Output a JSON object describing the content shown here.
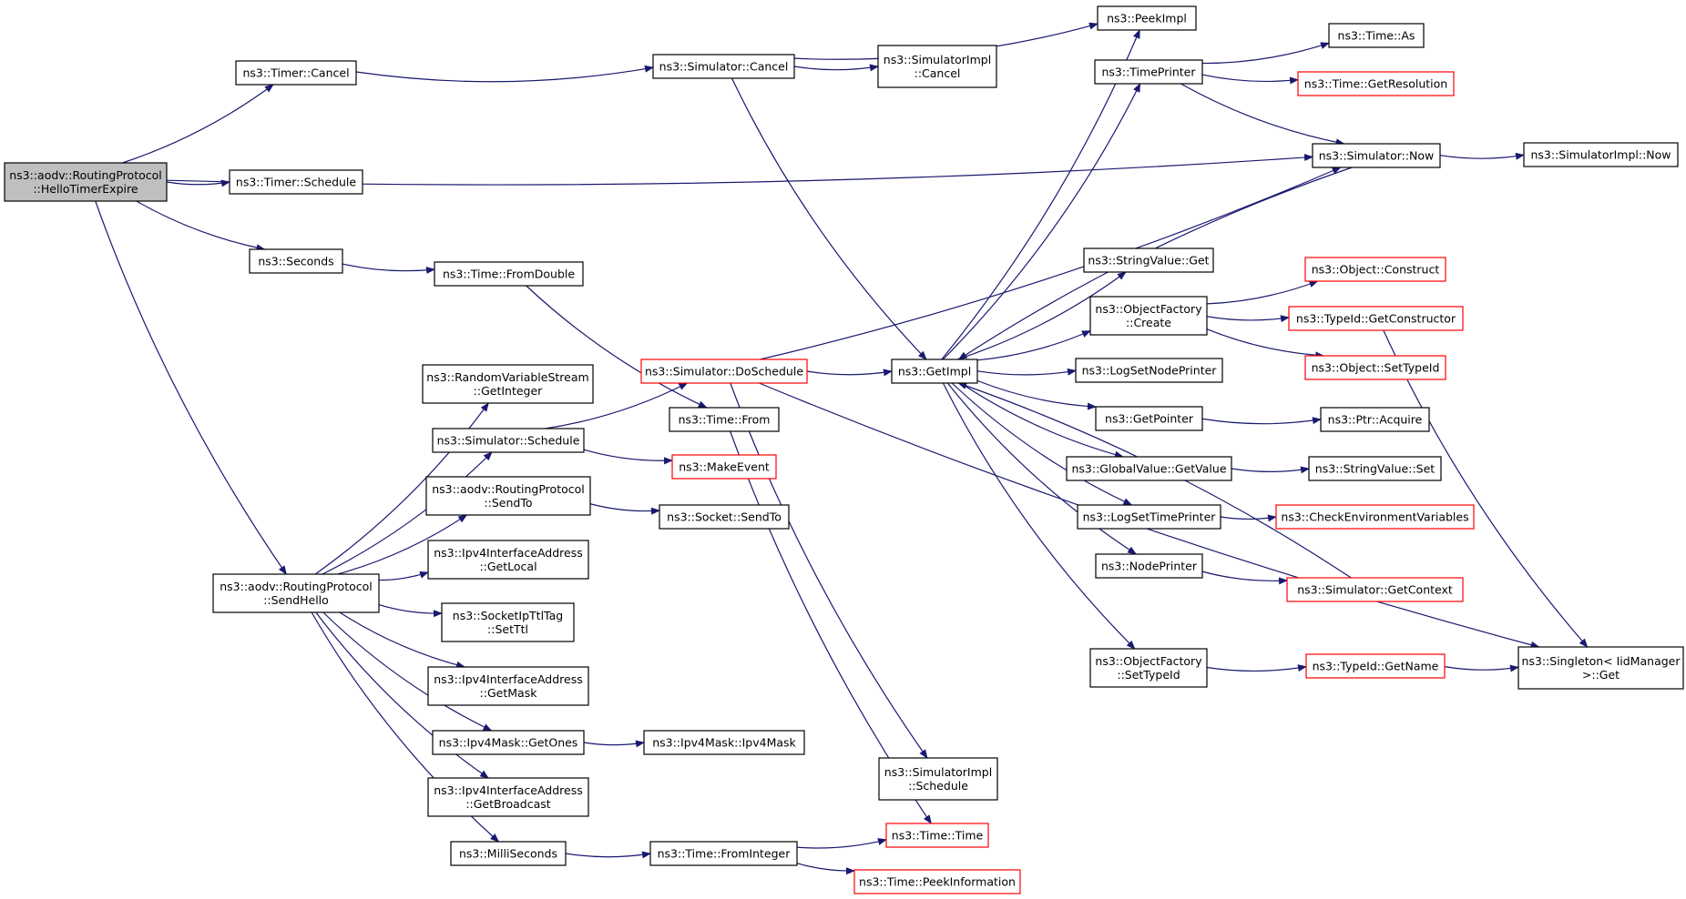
{
  "colors": {
    "edge": "#191970",
    "node_border": "#000000",
    "node_fill": "#ffffff",
    "root_fill": "#bfbfbf",
    "truncated_border": "#ff0000"
  },
  "nodes": [
    {
      "id": "root",
      "lines": [
        "ns3::aodv::RoutingProtocol",
        "::HelloTimerExpire"
      ],
      "root": true
    },
    {
      "id": "timer_cancel",
      "lines": [
        "ns3::Timer::Cancel"
      ]
    },
    {
      "id": "timer_schedule",
      "lines": [
        "ns3::Timer::Schedule"
      ]
    },
    {
      "id": "seconds",
      "lines": [
        "ns3::Seconds"
      ]
    },
    {
      "id": "time_fromdouble",
      "lines": [
        "ns3::Time::FromDouble"
      ]
    },
    {
      "id": "sendhello",
      "lines": [
        "ns3::aodv::RoutingProtocol",
        "::SendHello"
      ]
    },
    {
      "id": "rvs_getinteger",
      "lines": [
        "ns3::RandomVariableStream",
        "::GetInteger"
      ]
    },
    {
      "id": "sim_schedule",
      "lines": [
        "ns3::Simulator::Schedule"
      ]
    },
    {
      "id": "aodv_sendto",
      "lines": [
        "ns3::aodv::RoutingProtocol",
        "::SendTo"
      ]
    },
    {
      "id": "ipv4ia_getlocal",
      "lines": [
        "ns3::Ipv4InterfaceAddress",
        "::GetLocal"
      ]
    },
    {
      "id": "socketipttltag_setttl",
      "lines": [
        "ns3::SocketIpTtlTag",
        "::SetTtl"
      ]
    },
    {
      "id": "ipv4ia_getmask",
      "lines": [
        "ns3::Ipv4InterfaceAddress",
        "::GetMask"
      ]
    },
    {
      "id": "ipv4mask_getones",
      "lines": [
        "ns3::Ipv4Mask::GetOnes"
      ]
    },
    {
      "id": "ipv4ia_getbroadcast",
      "lines": [
        "ns3::Ipv4InterfaceAddress",
        "::GetBroadcast"
      ]
    },
    {
      "id": "milliseconds",
      "lines": [
        "ns3::MilliSeconds"
      ]
    },
    {
      "id": "sim_cancel",
      "lines": [
        "ns3::Simulator::Cancel"
      ]
    },
    {
      "id": "sim_doschedule",
      "lines": [
        "ns3::Simulator::DoSchedule"
      ],
      "truncated": true
    },
    {
      "id": "time_from",
      "lines": [
        "ns3::Time::From"
      ]
    },
    {
      "id": "makeevent",
      "lines": [
        "ns3::MakeEvent"
      ],
      "truncated": true
    },
    {
      "id": "socket_sendto",
      "lines": [
        "ns3::Socket::SendTo"
      ]
    },
    {
      "id": "ipv4mask_ipv4mask",
      "lines": [
        "ns3::Ipv4Mask::Ipv4Mask"
      ]
    },
    {
      "id": "time_frominteger",
      "lines": [
        "ns3::Time::FromInteger"
      ]
    },
    {
      "id": "simimpl_cancel",
      "lines": [
        "ns3::SimulatorImpl",
        "::Cancel"
      ]
    },
    {
      "id": "getimpl",
      "lines": [
        "ns3::GetImpl"
      ]
    },
    {
      "id": "simimpl_schedule",
      "lines": [
        "ns3::SimulatorImpl",
        "::Schedule"
      ]
    },
    {
      "id": "time_time",
      "lines": [
        "ns3::Time::Time"
      ],
      "truncated": true
    },
    {
      "id": "time_peekinformation",
      "lines": [
        "ns3::Time::PeekInformation"
      ],
      "truncated": true
    },
    {
      "id": "peekimpl",
      "lines": [
        "ns3::PeekImpl"
      ]
    },
    {
      "id": "timeprinter",
      "lines": [
        "ns3::TimePrinter"
      ]
    },
    {
      "id": "sim_now",
      "lines": [
        "ns3::Simulator::Now"
      ]
    },
    {
      "id": "stringvalue_get",
      "lines": [
        "ns3::StringValue::Get"
      ]
    },
    {
      "id": "objfactory_create",
      "lines": [
        "ns3::ObjectFactory",
        "::Create"
      ]
    },
    {
      "id": "logsetnodeprinter",
      "lines": [
        "ns3::LogSetNodePrinter"
      ]
    },
    {
      "id": "getpointer",
      "lines": [
        "ns3::GetPointer"
      ]
    },
    {
      "id": "globalvalue_getvalue",
      "lines": [
        "ns3::GlobalValue::GetValue"
      ]
    },
    {
      "id": "logsettimeprinter",
      "lines": [
        "ns3::LogSetTimePrinter"
      ]
    },
    {
      "id": "nodeprinter",
      "lines": [
        "ns3::NodePrinter"
      ]
    },
    {
      "id": "objfactory_settypeid",
      "lines": [
        "ns3::ObjectFactory",
        "::SetTypeId"
      ]
    },
    {
      "id": "time_as",
      "lines": [
        "ns3::Time::As"
      ]
    },
    {
      "id": "time_getresolution",
      "lines": [
        "ns3::Time::GetResolution"
      ],
      "truncated": true
    },
    {
      "id": "simimpl_now",
      "lines": [
        "ns3::SimulatorImpl::Now"
      ]
    },
    {
      "id": "object_construct",
      "lines": [
        "ns3::Object::Construct"
      ],
      "truncated": true
    },
    {
      "id": "typeid_getconstructor",
      "lines": [
        "ns3::TypeId::GetConstructor"
      ],
      "truncated": true
    },
    {
      "id": "object_settypeid",
      "lines": [
        "ns3::Object::SetTypeId"
      ],
      "truncated": true
    },
    {
      "id": "ptr_acquire",
      "lines": [
        "ns3::Ptr::Acquire"
      ]
    },
    {
      "id": "stringvalue_set",
      "lines": [
        "ns3::StringValue::Set"
      ]
    },
    {
      "id": "checkenvvars",
      "lines": [
        "ns3::CheckEnvironmentVariables"
      ],
      "truncated": true
    },
    {
      "id": "sim_getcontext",
      "lines": [
        "ns3::Simulator::GetContext"
      ],
      "truncated": true
    },
    {
      "id": "typeid_getname",
      "lines": [
        "ns3::TypeId::GetName"
      ],
      "truncated": true
    },
    {
      "id": "singleton_get",
      "lines": [
        "ns3::Singleton< IidManager",
        ">::Get"
      ]
    }
  ],
  "edges": [
    [
      "root",
      "timer_cancel"
    ],
    [
      "root",
      "timer_schedule"
    ],
    [
      "root",
      "seconds"
    ],
    [
      "root",
      "sendhello"
    ],
    [
      "root",
      "sim_now"
    ],
    [
      "timer_cancel",
      "sim_cancel"
    ],
    [
      "seconds",
      "time_fromdouble"
    ],
    [
      "time_fromdouble",
      "time_from"
    ],
    [
      "sendhello",
      "rvs_getinteger"
    ],
    [
      "sendhello",
      "sim_schedule"
    ],
    [
      "sendhello",
      "aodv_sendto"
    ],
    [
      "sendhello",
      "ipv4ia_getlocal"
    ],
    [
      "sendhello",
      "socketipttltag_setttl"
    ],
    [
      "sendhello",
      "ipv4ia_getmask"
    ],
    [
      "sendhello",
      "ipv4mask_getones"
    ],
    [
      "sendhello",
      "ipv4ia_getbroadcast"
    ],
    [
      "sendhello",
      "milliseconds"
    ],
    [
      "sim_schedule",
      "sim_doschedule"
    ],
    [
      "sim_schedule",
      "makeevent"
    ],
    [
      "aodv_sendto",
      "socket_sendto"
    ],
    [
      "ipv4mask_getones",
      "ipv4mask_ipv4mask"
    ],
    [
      "milliseconds",
      "time_frominteger"
    ],
    [
      "time_frominteger",
      "time_time"
    ],
    [
      "time_frominteger",
      "time_peekinformation"
    ],
    [
      "time_from",
      "time_time"
    ],
    [
      "sim_cancel",
      "peekimpl"
    ],
    [
      "sim_cancel",
      "simimpl_cancel"
    ],
    [
      "sim_cancel",
      "getimpl"
    ],
    [
      "sim_doschedule",
      "getimpl"
    ],
    [
      "sim_doschedule",
      "sim_now"
    ],
    [
      "sim_doschedule",
      "simimpl_schedule"
    ],
    [
      "sim_doschedule",
      "singleton_get"
    ],
    [
      "getimpl",
      "peekimpl"
    ],
    [
      "getimpl",
      "timeprinter"
    ],
    [
      "getimpl",
      "stringvalue_get"
    ],
    [
      "getimpl",
      "objfactory_create"
    ],
    [
      "getimpl",
      "logsetnodeprinter"
    ],
    [
      "getimpl",
      "getpointer"
    ],
    [
      "getimpl",
      "globalvalue_getvalue"
    ],
    [
      "getimpl",
      "logsettimeprinter"
    ],
    [
      "getimpl",
      "nodeprinter"
    ],
    [
      "getimpl",
      "objfactory_settypeid"
    ],
    [
      "timeprinter",
      "time_as"
    ],
    [
      "timeprinter",
      "time_getresolution"
    ],
    [
      "timeprinter",
      "sim_now"
    ],
    [
      "sim_now",
      "getimpl"
    ],
    [
      "sim_now",
      "simimpl_now"
    ],
    [
      "objfactory_create",
      "object_construct"
    ],
    [
      "objfactory_create",
      "typeid_getconstructor"
    ],
    [
      "objfactory_create",
      "object_settypeid"
    ],
    [
      "typeid_getconstructor",
      "singleton_get"
    ],
    [
      "getpointer",
      "ptr_acquire"
    ],
    [
      "globalvalue_getvalue",
      "stringvalue_set"
    ],
    [
      "logsettimeprinter",
      "checkenvvars"
    ],
    [
      "nodeprinter",
      "sim_getcontext"
    ],
    [
      "sim_getcontext",
      "getimpl"
    ],
    [
      "objfactory_settypeid",
      "typeid_getname"
    ],
    [
      "typeid_getname",
      "singleton_get"
    ]
  ]
}
